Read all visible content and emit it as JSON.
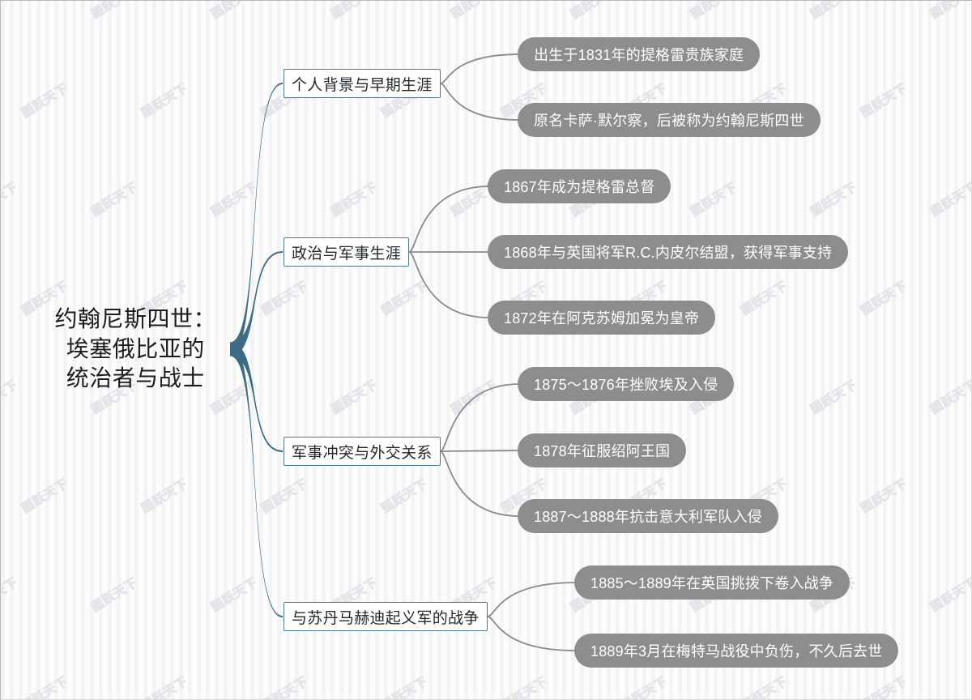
{
  "theme": {
    "background": "#fcfcfd",
    "stripe": "#f4f4f6",
    "branch_link_color": "#3d6b84",
    "leaf_link_color": "#8a8a8a",
    "branch_node_border": "#4e7b93",
    "branch_node_fill": "#ffffff",
    "branch_node_text": "#23282c",
    "leaf_node_fill": "#8d8d8d",
    "leaf_node_text": "#ffffff",
    "root_text": "#1c1c1c"
  },
  "watermark": {
    "text": "图跃天下"
  },
  "root": {
    "line1": "约翰尼斯四世：",
    "line2": "埃塞俄比亚的",
    "line3": "统治者与战士"
  },
  "branches": [
    {
      "label": "个人背景与早期生涯",
      "leaves": [
        {
          "label": "出生于1831年的提格雷贵族家庭"
        },
        {
          "label": "原名卡萨·默尔察，后被称为约翰尼斯四世"
        }
      ]
    },
    {
      "label": "政治与军事生涯",
      "leaves": [
        {
          "label": "1867年成为提格雷总督"
        },
        {
          "label": "1868年与英国将军R.C.内皮尔结盟，获得军事支持"
        },
        {
          "label": "1872年在阿克苏姆加冕为皇帝"
        }
      ]
    },
    {
      "label": "军事冲突与外交关系",
      "leaves": [
        {
          "label": "1875～1876年挫败埃及入侵"
        },
        {
          "label": "1878年征服绍阿王国"
        },
        {
          "label": "1887～1888年抗击意大利军队入侵"
        }
      ]
    },
    {
      "label": "与苏丹马赫迪起义军的战争",
      "leaves": [
        {
          "label": "1885～1889年在英国挑拨下卷入战争"
        },
        {
          "label": "1889年3月在梅特马战役中负伤，不久后去世"
        }
      ]
    }
  ]
}
